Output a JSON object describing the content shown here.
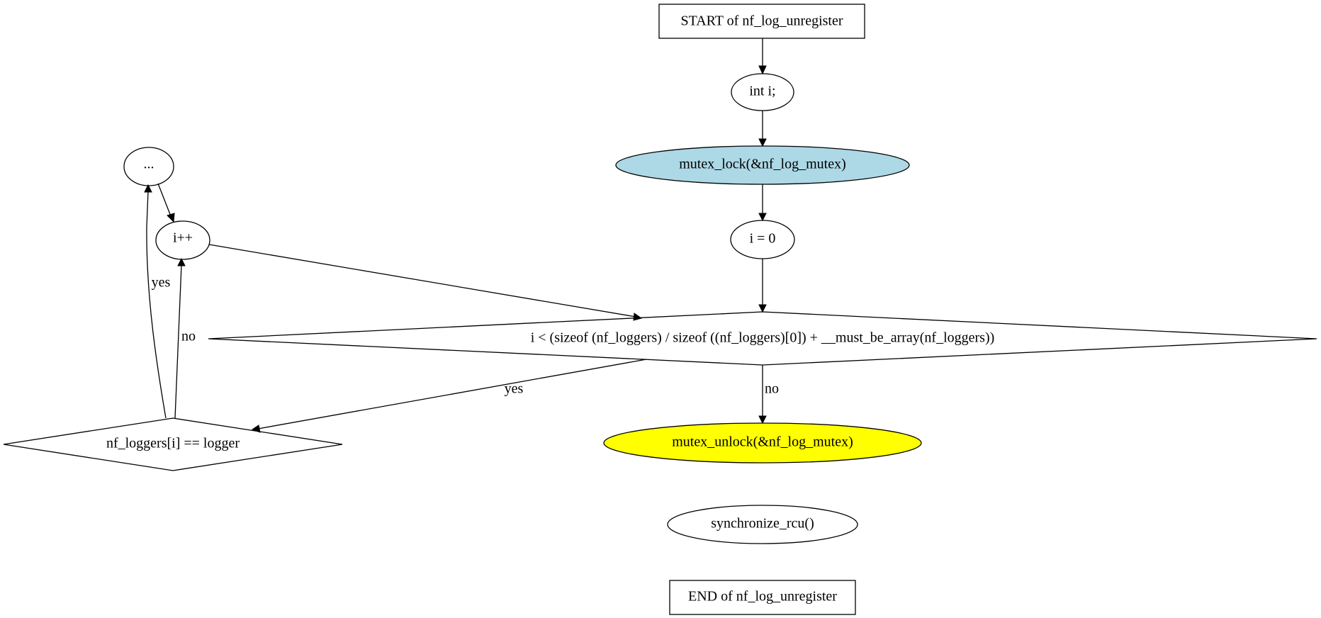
{
  "nodes": {
    "start": "START of nf_log_unregister",
    "decl": "int i;",
    "lock": "mutex_lock(&nf_log_mutex)",
    "init": "i = 0",
    "cond": "i < (sizeof (nf_loggers) / sizeof ((nf_loggers)[0]) + __must_be_array(nf_loggers))",
    "check": "nf_loggers[i] == logger",
    "ellipsis": "...",
    "incr": "i++",
    "unlock": "mutex_unlock(&nf_log_mutex)",
    "sync": "synchronize_rcu()",
    "end": "END of nf_log_unregister"
  },
  "edge_labels": {
    "cond_yes": "yes",
    "cond_no": "no",
    "check_yes": "yes",
    "check_no": "no"
  },
  "colors": {
    "lock_fill": "#add8e6",
    "unlock_fill": "#ffff00",
    "default_fill": "#ffffff",
    "stroke": "#000000"
  }
}
